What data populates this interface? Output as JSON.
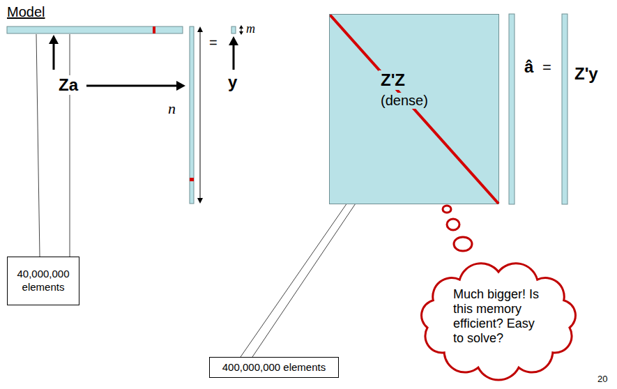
{
  "diagram": {
    "nodes": [
      {
        "text": [
          "Z'Z",
          "(dense)"
        ]
      },
      {
        "text": [
          "40,000,000 elements"
        ]
      },
      {
        "text": [
          "Much bigger! Is this memory efficient? Easy to solve?"
        ]
      },
      {
        "text": [
          "400,000,000 elements"
        ]
      }
    ],
    "edges": [
      {
        "from": 3,
        "to": 0,
        "arrow": "none"
      },
      {
        "from": 3,
        "to": 0,
        "arrow": "none"
      }
    ],
    "labels": [
      "Model",
      "Za",
      "=",
      "y",
      "m",
      "n",
      "â",
      "=",
      "Z'y",
      "20"
    ]
  }
}
